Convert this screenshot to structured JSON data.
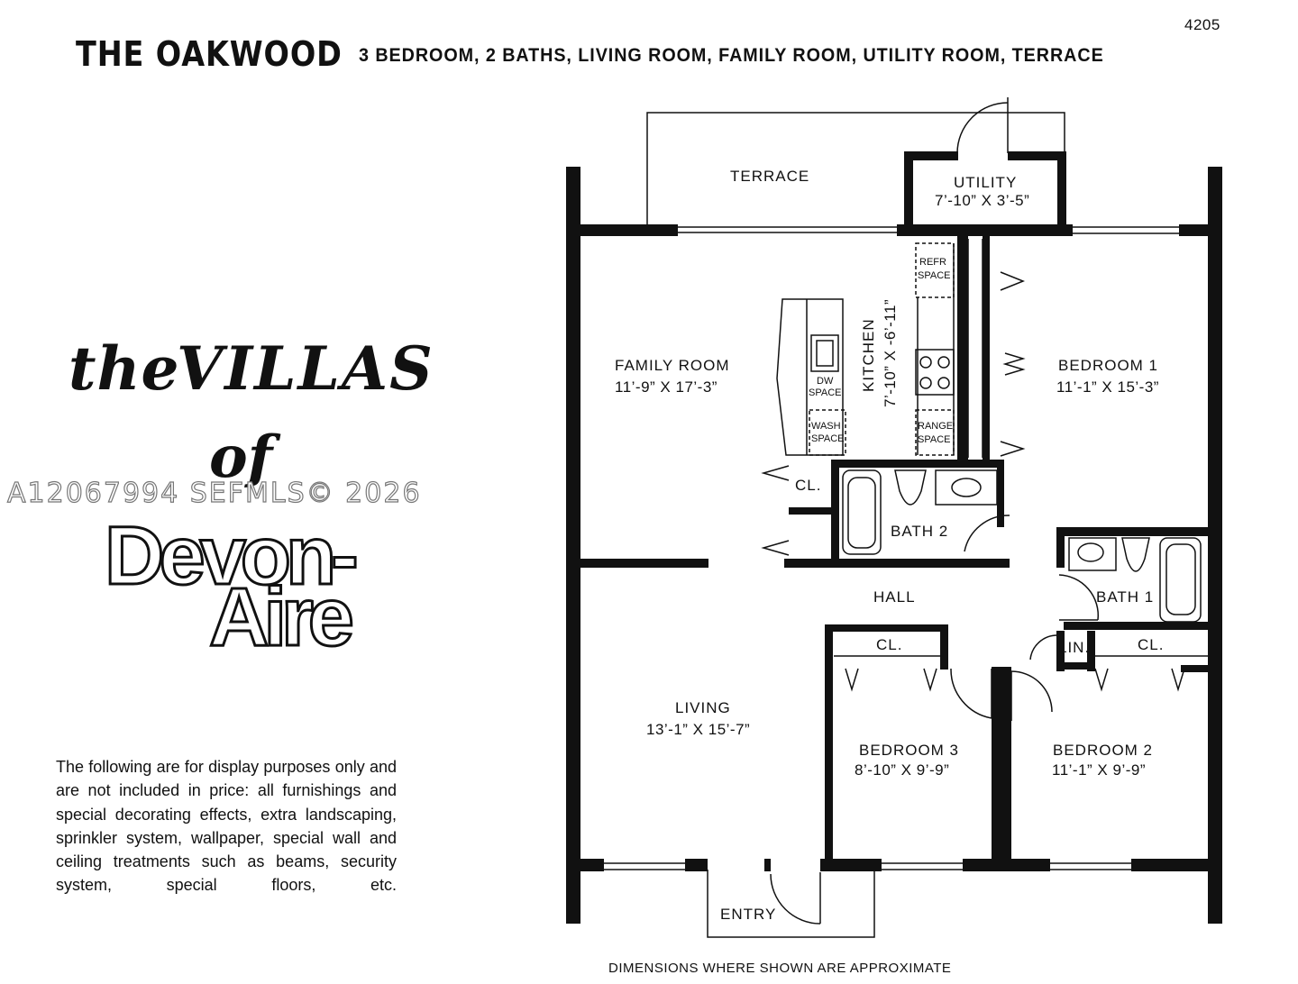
{
  "header": {
    "unit_id": "4205",
    "model_name": "THE OAKWOOD",
    "features": "3 BEDROOM, 2 BATHS, LIVING ROOM, FAMILY ROOM, UTILITY ROOM, TERRACE"
  },
  "brand": {
    "the": "the",
    "villas": "VILLAS",
    "of": "of",
    "devon": "Devon-",
    "aire": "Aire"
  },
  "watermark": "A12067994  SEFMLS© 2026",
  "disclaimer": "The following are for display purposes only and are not included in price: all furnishings and special decorating effects, extra landscaping, sprinkler system, wallpaper, special wall and ceiling treatments such as beams, security system, special floors, etc.",
  "footnote": "DIMENSIONS WHERE SHOWN ARE APPROXIMATE",
  "rooms": {
    "terrace": {
      "name": "TERRACE"
    },
    "utility": {
      "name": "UTILITY",
      "dims": "7’-10” X 3’-5”"
    },
    "family_room": {
      "name": "FAMILY  ROOM",
      "dims": "11’-9” X 17’-3”"
    },
    "kitchen": {
      "name": "KITCHEN",
      "dims": "7’-10” X -6’-11”"
    },
    "bedroom1": {
      "name": "BEDROOM  1",
      "dims": "11’-1” X 15’-3”"
    },
    "bath2": {
      "name": "BATH  2"
    },
    "bath1": {
      "name": "BATH  1"
    },
    "hall": {
      "name": "HALL"
    },
    "living": {
      "name": "LIVING",
      "dims": "13’-1” X 15’-7”"
    },
    "bedroom3": {
      "name": "BEDROOM  3",
      "dims": "8’-10” X 9’-9”"
    },
    "bedroom2": {
      "name": "BEDROOM  2",
      "dims": "11’-1” X 9’-9”"
    },
    "entry": {
      "name": "ENTRY"
    },
    "closet_family": {
      "name": "CL."
    },
    "closet_bed3": {
      "name": "CL."
    },
    "closet_bed2": {
      "name": "CL."
    },
    "linen": {
      "name": "LIN."
    }
  },
  "fixtures": {
    "refr_line1": "REFR",
    "refr_line2": "SPACE",
    "dw_line1": "DW",
    "dw_line2": "SPACE",
    "wash_line1": "WASH",
    "wash_line2": "SPACE",
    "range_line1": "RANGE",
    "range_line2": "SPACE"
  }
}
